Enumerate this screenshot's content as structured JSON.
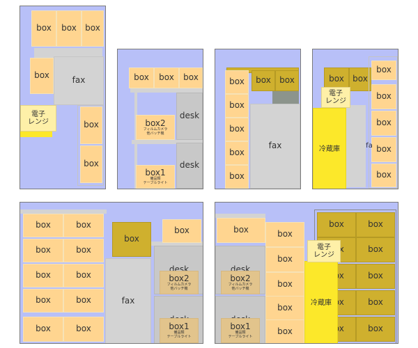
{
  "labels": {
    "box": "box",
    "fax": "fax",
    "desk": "desk",
    "box1": "box1",
    "box2": "box2",
    "box1_sub1": "備品類",
    "box1_sub2": "テーブルライト",
    "box2_sub1": "フィルムカメラ",
    "box2_sub2": "他バッチ機",
    "denshi1": "電子",
    "denshi2": "レンジ",
    "fridge": "冷蔵庫",
    "fa_partial": "fa"
  },
  "colors": {
    "background": "#b8c0f8",
    "box": "#ffd590",
    "box_dark": "#cfb02e",
    "fax_grey": "#d3d3d3",
    "desk_grey": "#c8c8c8",
    "fridge_yellow": "#fce82a",
    "microwave": "#fef0a8"
  }
}
